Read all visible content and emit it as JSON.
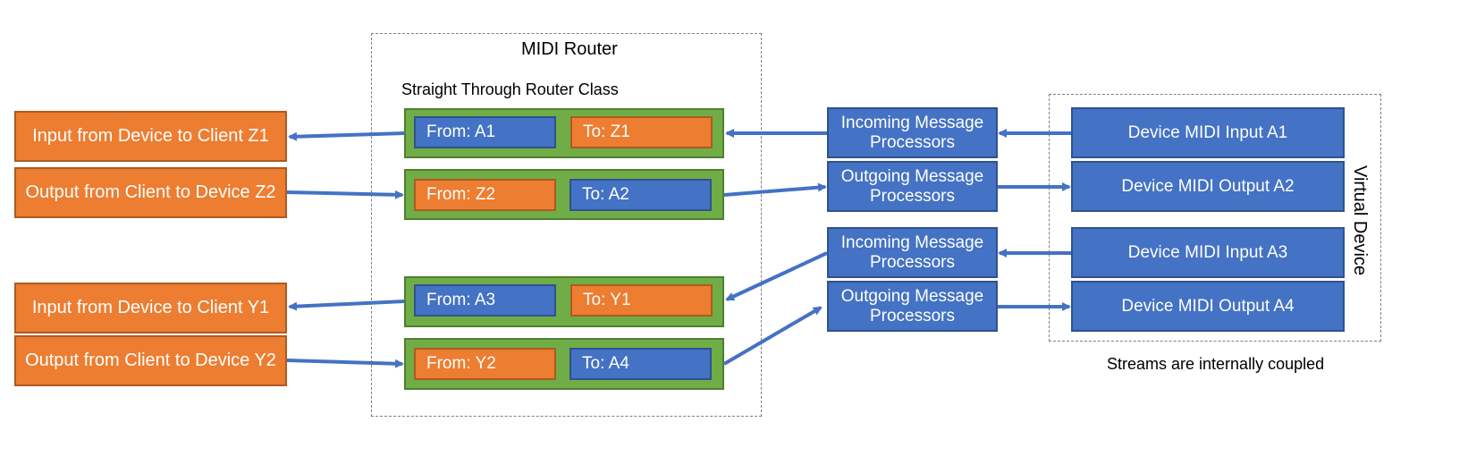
{
  "router": {
    "title": "MIDI Router",
    "class_label": "Straight Through Router Class"
  },
  "clients": {
    "z1": "Input from Device to Client Z1",
    "z2": "Output from Client to Device Z2",
    "y1": "Input from Device to Client Y1",
    "y2": "Output from Client to Device Y2"
  },
  "routes": [
    {
      "from": "From: A1",
      "to": "To: Z1"
    },
    {
      "from": "From: Z2",
      "to": "To:  A2"
    },
    {
      "from": "From: A3",
      "to": "To: Y1"
    },
    {
      "from": "From: Y2",
      "to": "To: A4"
    }
  ],
  "processors": [
    {
      "line1": "Incoming Message",
      "line2": "Processors"
    },
    {
      "line1": "Outgoing Message",
      "line2": "Processors"
    },
    {
      "line1": "Incoming Message",
      "line2": "Processors"
    },
    {
      "line1": "Outgoing Message",
      "line2": "Processors"
    }
  ],
  "device": {
    "label": "Virtual Device",
    "caption": "Streams are internally coupled",
    "streams": [
      "Device MIDI Input A1",
      "Device MIDI Output A2",
      "Device MIDI Input A3",
      "Device MIDI Output A4"
    ]
  },
  "colors": {
    "orange": "#ed7d31",
    "blue": "#4472c4",
    "green": "#70ad47",
    "arrow": "#4472c4"
  }
}
